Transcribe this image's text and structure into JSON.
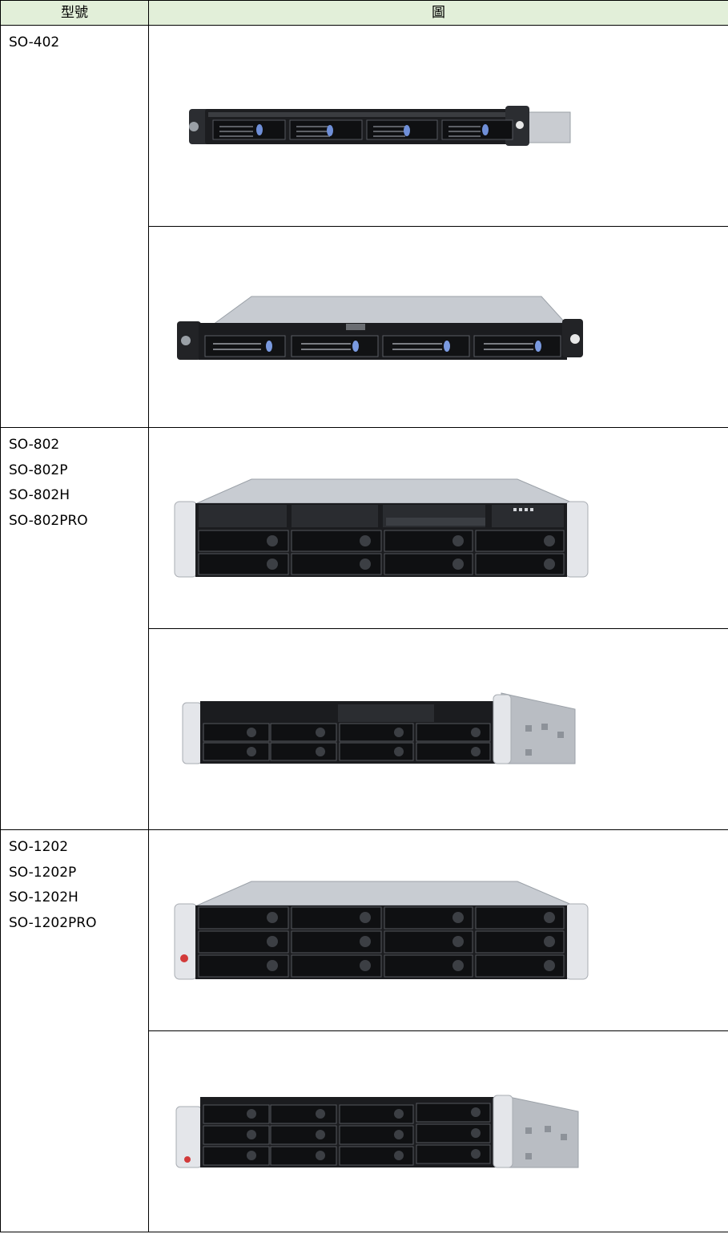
{
  "table": {
    "headers": {
      "model": "型號",
      "image": "圖"
    },
    "groups": [
      {
        "models": [
          "SO-402"
        ],
        "images": [
          "1U 4-bay rack server, front view",
          "1U 4-bay rack server, angled view"
        ]
      },
      {
        "models": [
          "SO-802",
          "SO-802P",
          "SO-802H",
          "SO-802PRO"
        ],
        "images": [
          "2U 8-bay rack server with DVD drive, angled view",
          "2U 8-bay rack server with DVD drive, side view"
        ]
      },
      {
        "models": [
          "SO-1202",
          "SO-1202P",
          "SO-1202H",
          "SO-1202PRO"
        ],
        "images": [
          "2U 12-bay rack server, angled view",
          "2U 12-bay rack server, side view"
        ]
      }
    ]
  },
  "colors": {
    "header_bg": "#e2efd9",
    "border": "#000000"
  }
}
